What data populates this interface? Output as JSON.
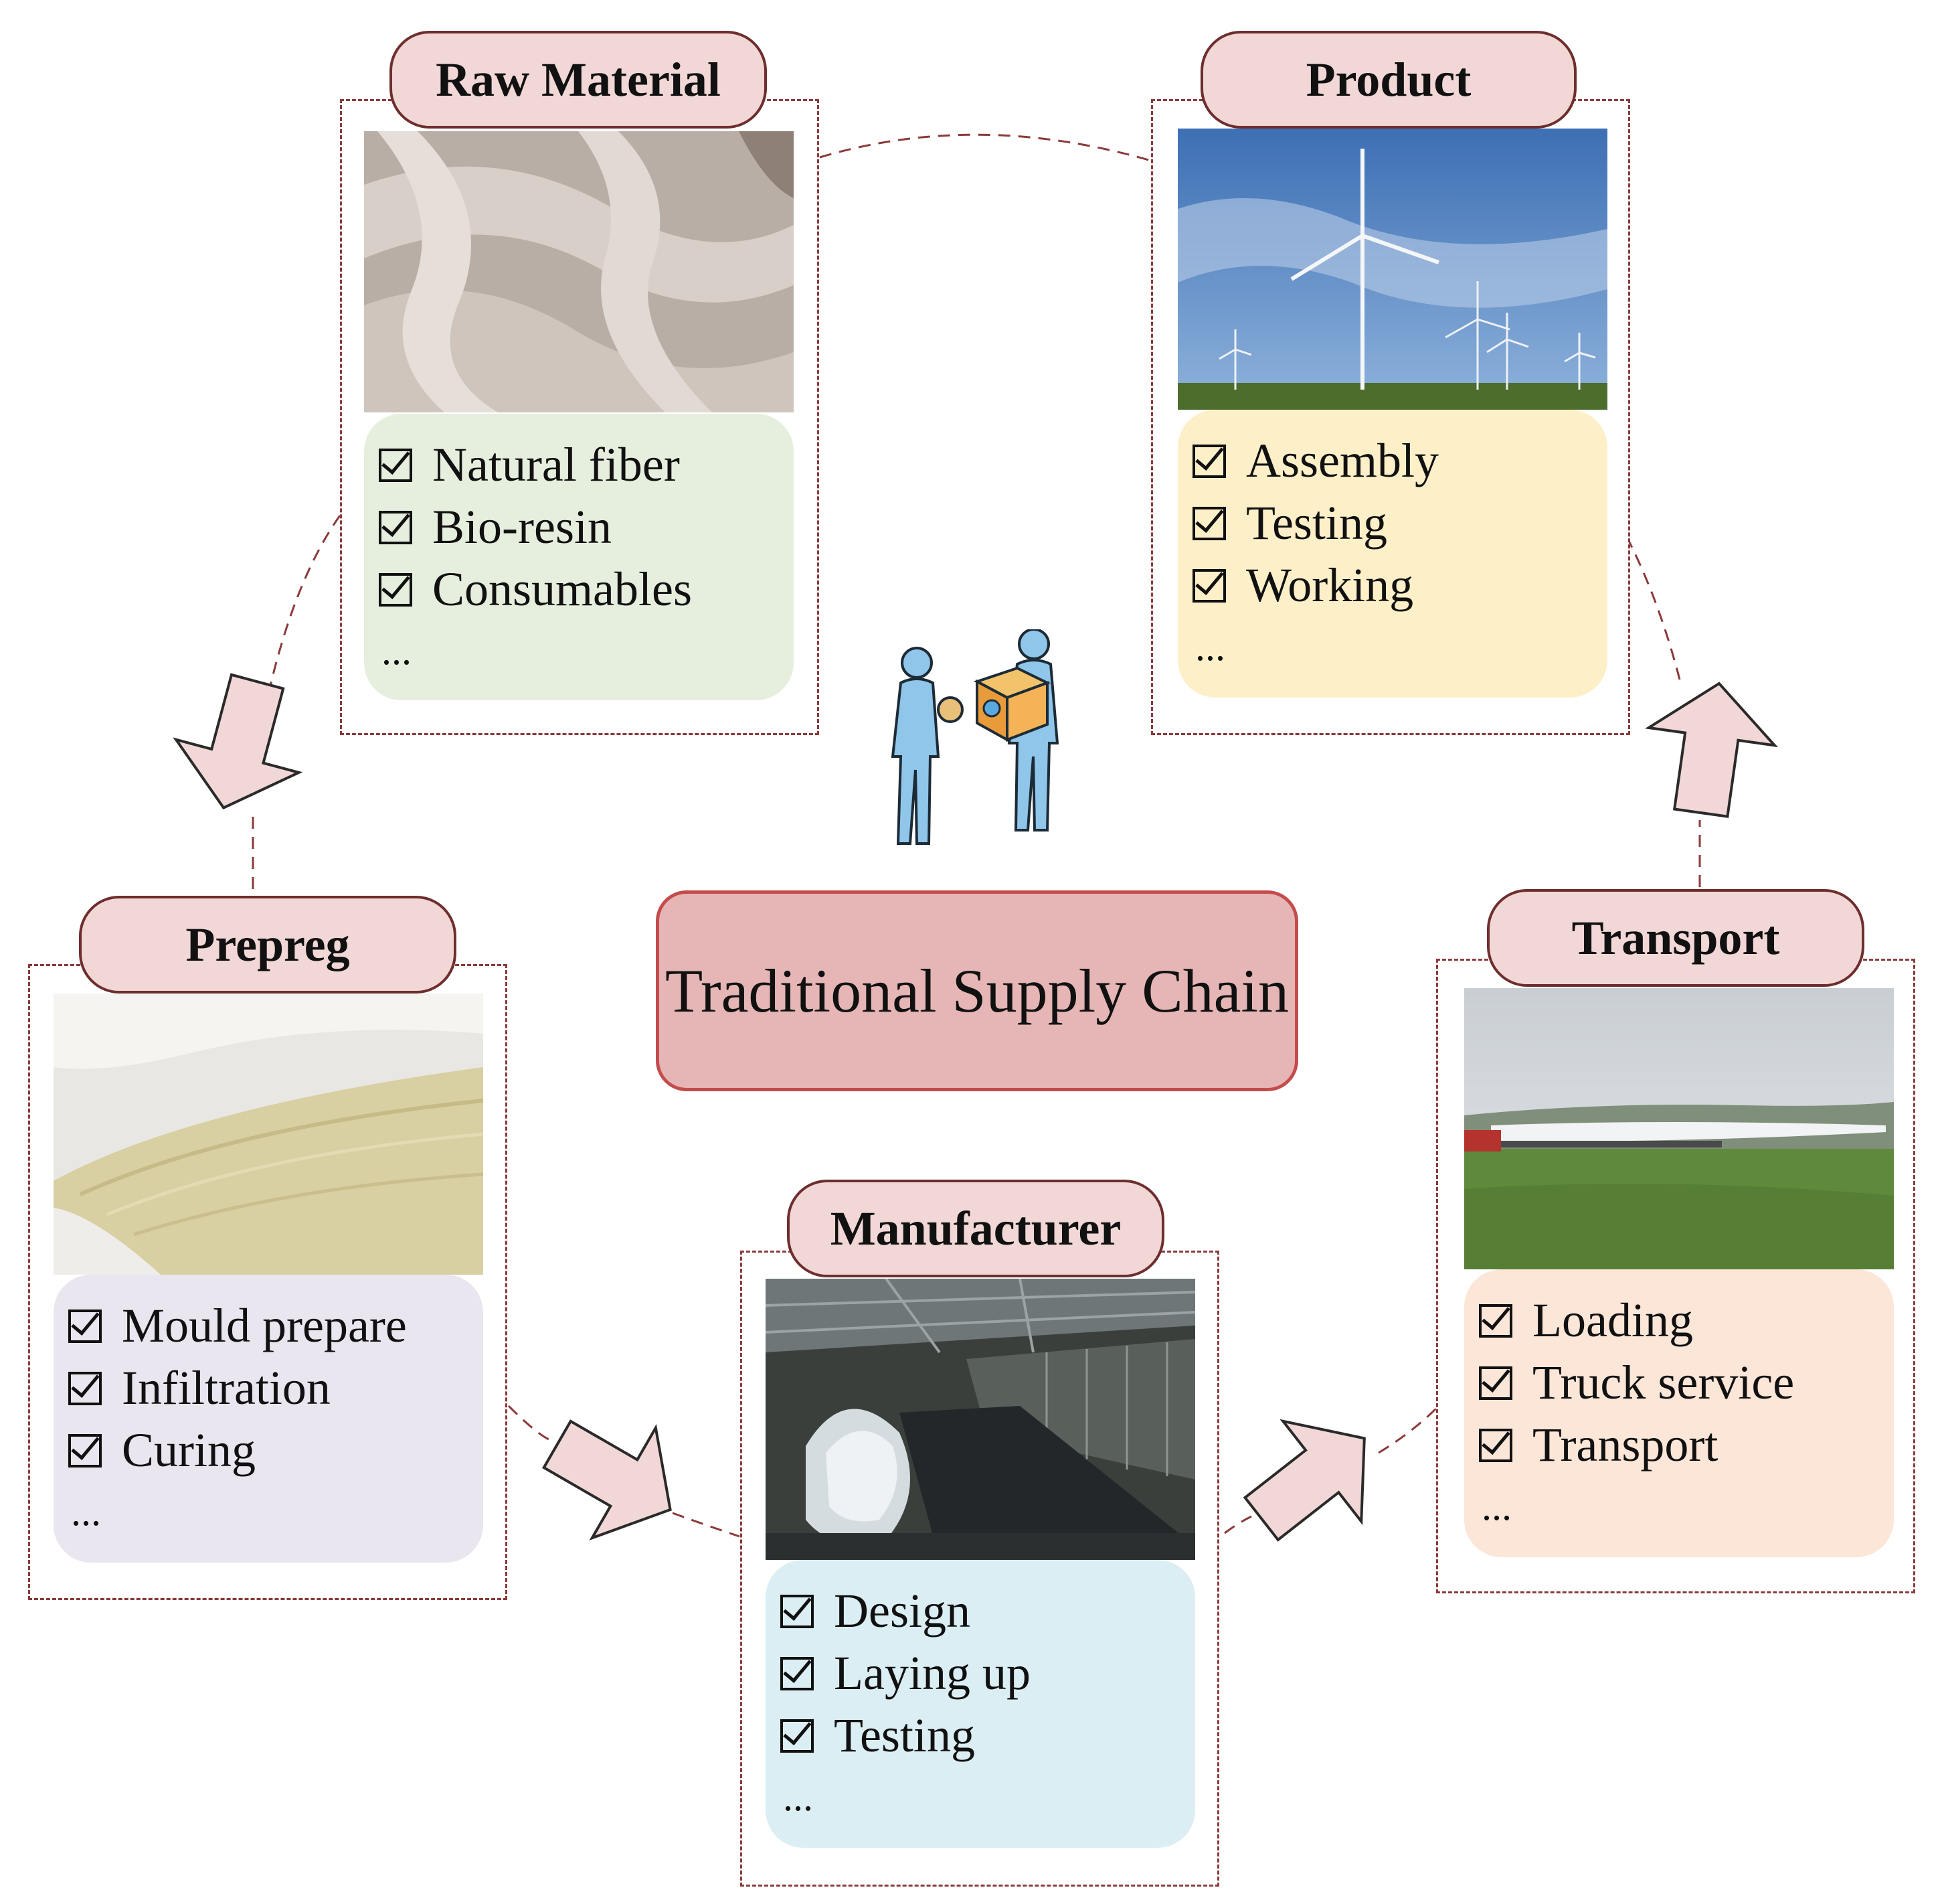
{
  "title": "Traditional Supply Chain",
  "stages": [
    {
      "title": "Raw Material",
      "items": [
        "Natural fiber",
        "Bio-resin",
        "Consumables"
      ],
      "more": "...",
      "color": "#e6eedd"
    },
    {
      "title": "Product",
      "items": [
        "Assembly",
        "Testing",
        "Working"
      ],
      "more": "...",
      "color": "#fdf0c9"
    },
    {
      "title": "Prepreg",
      "items": [
        "Mould prepare",
        "Infiltration",
        "Curing"
      ],
      "more": "...",
      "color": "#e9e6ef"
    },
    {
      "title": "Manufacturer",
      "items": [
        "Design",
        "Laying up",
        "Testing"
      ],
      "more": "...",
      "color": "#dbeef3"
    },
    {
      "title": "Transport",
      "items": [
        "Loading",
        "Truck service",
        "Transport"
      ],
      "more": "...",
      "color": "#fbe6d8"
    }
  ],
  "colors": {
    "title_pill_fill": "#f2d7d7",
    "title_pill_border": "#6e2e2e",
    "center_fill": "#e6b6b6",
    "center_border": "#c44c4c",
    "arrow_fill": "#f2d7d7",
    "dashed_line": "#8b3a3a"
  },
  "icons": [
    "checkbox-icon",
    "two-people-exchange-icon",
    "block-arrow-icon"
  ]
}
